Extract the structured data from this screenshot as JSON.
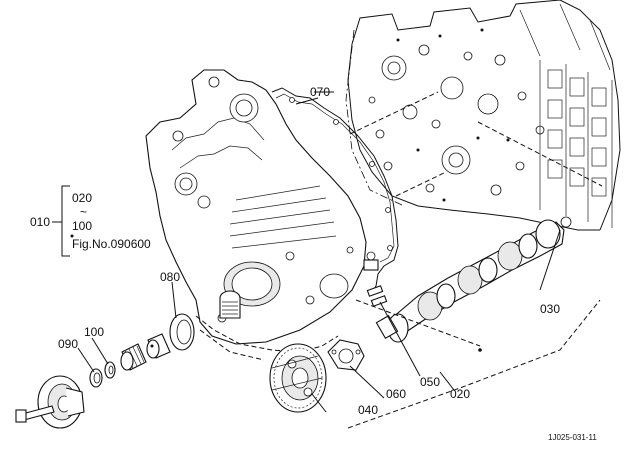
{
  "callouts": {
    "p010": "010",
    "p020_top": "020",
    "tilde": "~",
    "p100_range": "100",
    "fig_ref": "Fig.No.090600",
    "p020": "020",
    "p030": "030",
    "p040": "040",
    "p050": "050",
    "p060": "060",
    "p070": "070",
    "p080": "080",
    "p090": "090",
    "p100": "100"
  },
  "drawing_code": "1J025-031-11"
}
